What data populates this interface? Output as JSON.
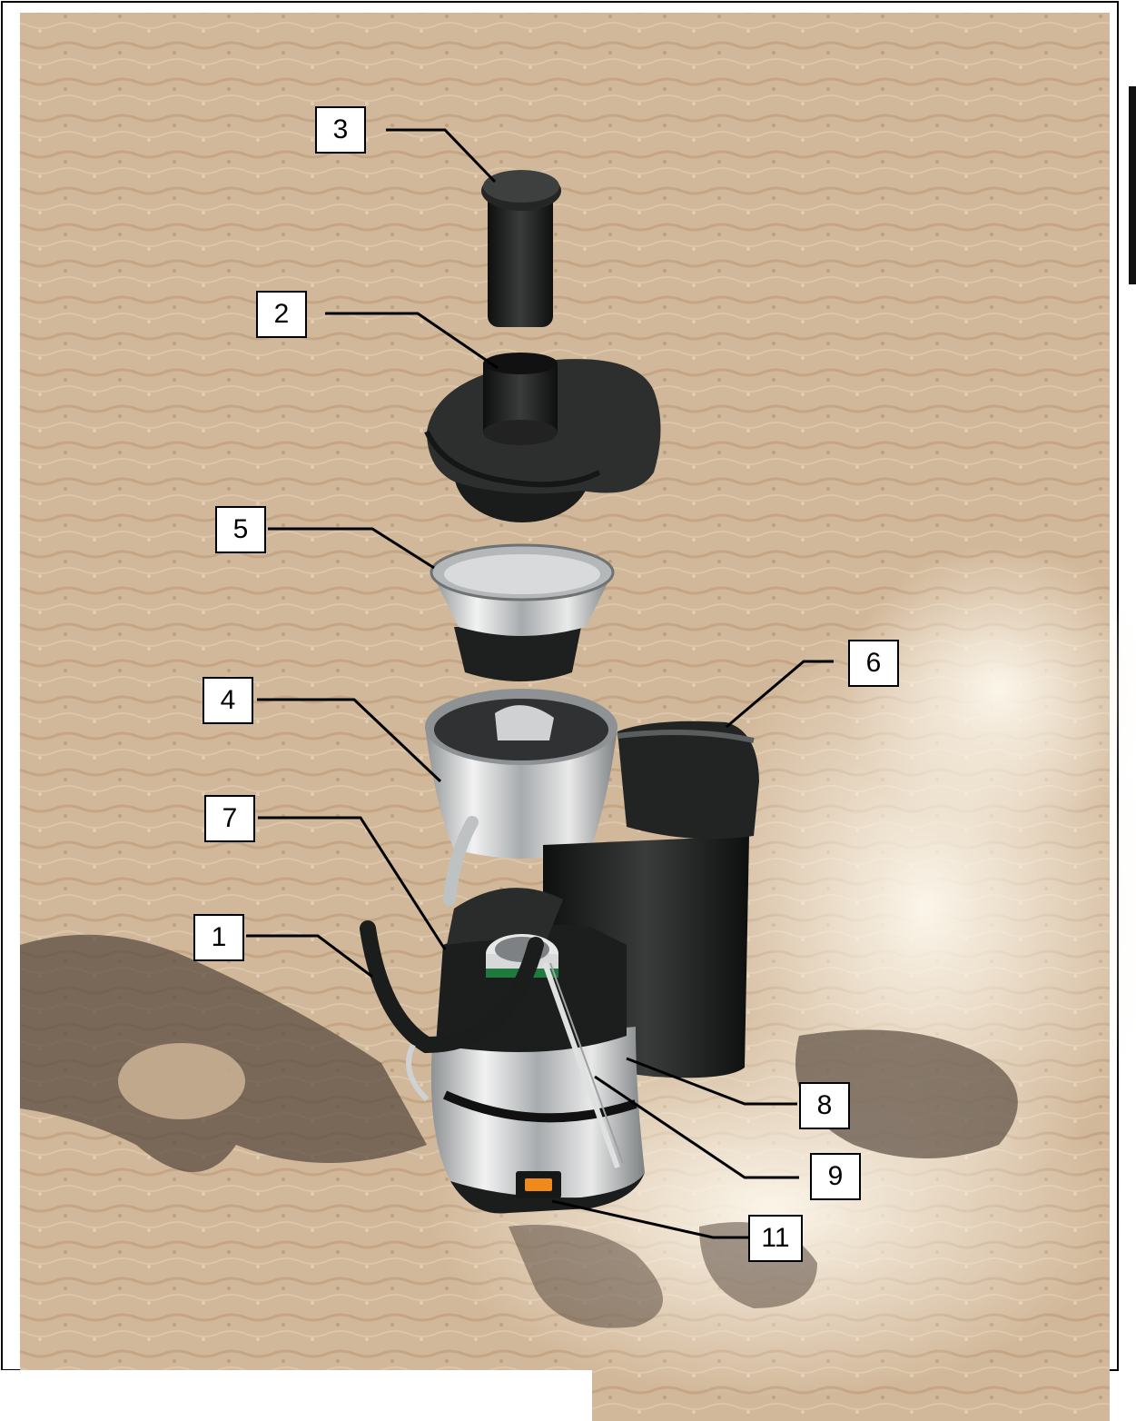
{
  "diagram": {
    "callouts": [
      {
        "id": "3",
        "label": "3"
      },
      {
        "id": "2",
        "label": "2"
      },
      {
        "id": "5",
        "label": "5"
      },
      {
        "id": "6",
        "label": "6"
      },
      {
        "id": "4",
        "label": "4"
      },
      {
        "id": "7",
        "label": "7"
      },
      {
        "id": "1",
        "label": "1"
      },
      {
        "id": "8",
        "label": "8"
      },
      {
        "id": "9",
        "label": "9"
      },
      {
        "id": "11",
        "label": "11"
      }
    ],
    "colors": {
      "background_sand": "#d2b89a",
      "plastic_black": "#1b1c1c",
      "steel": "#cfd1d2",
      "switch_orange": "#f08a1a",
      "seal_green": "#1f7a3e"
    }
  }
}
